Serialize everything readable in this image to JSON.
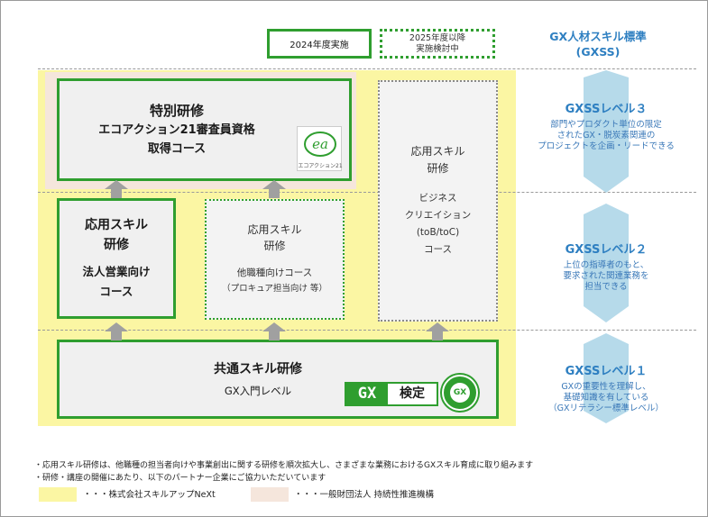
{
  "legend": {
    "y2024": "2024年度実施",
    "y2025_line1": "2025年度以降",
    "y2025_line2": "実施検討中"
  },
  "gxss": {
    "title_line1": "GX人材スキル標準",
    "title_line2": "(GXSS)",
    "level3": {
      "title": "GXSSレベル３",
      "desc": [
        "部門やプロダクト単位の限定",
        "されたGX・脱炭素関連の",
        "プロジェクトを企画・リードできる"
      ]
    },
    "level2": {
      "title": "GXSSレベル２",
      "desc": [
        "上位の指導者のもと、",
        "要求された関連業務を",
        "担当できる"
      ]
    },
    "level1": {
      "title": "GXSSレベル１",
      "desc": [
        "GXの重要性を理解し、",
        "基礎知識を有している",
        "（GXリテラシー標準レベル）"
      ]
    }
  },
  "special": {
    "title": "特別研修",
    "line2": "エコアクション21審査員資格",
    "line3": "取得コース",
    "logo_text": "ea",
    "logo_caption": "エコアクション21"
  },
  "applied_sales": {
    "title1": "応用スキル",
    "title2": "研修",
    "sub1": "法人営業向け",
    "sub2": "コース"
  },
  "applied_other": {
    "title1": "応用スキル",
    "title2": "研修",
    "sub1": "他職種向けコース",
    "sub2": "（プロキュア担当向け 等）"
  },
  "applied_biz": {
    "title1": "応用スキル",
    "title2": "研修",
    "sub1": "ビジネス",
    "sub2": "クリエイション",
    "sub3": "(toB/toC)",
    "sub4": "コース"
  },
  "common": {
    "title": "共通スキル研修",
    "sub": "GX入門レベル",
    "badge_gx": "GX",
    "badge_kentei": "検定",
    "seal_text": "GX"
  },
  "notes": {
    "line1": "・応用スキル研修は、他職種の担当者向けや事業創出に関する研修を順次拡大し、さまざまな業務におけるGXスキル育成に取り組みます",
    "line2": "・研修・講座の開催にあたり、以下のパートナー企業にご協力いただいています",
    "partner1": "・・・株式会社スキルアップNeXt",
    "partner2": "・・・一般財団法人 持続性推進機構"
  },
  "colors": {
    "green": "#2f9e2f",
    "yellow": "#fbf6a3",
    "pink": "#f5e6dc",
    "blue": "#2e7fc1",
    "arrow_blue": "#a9d3e6"
  }
}
